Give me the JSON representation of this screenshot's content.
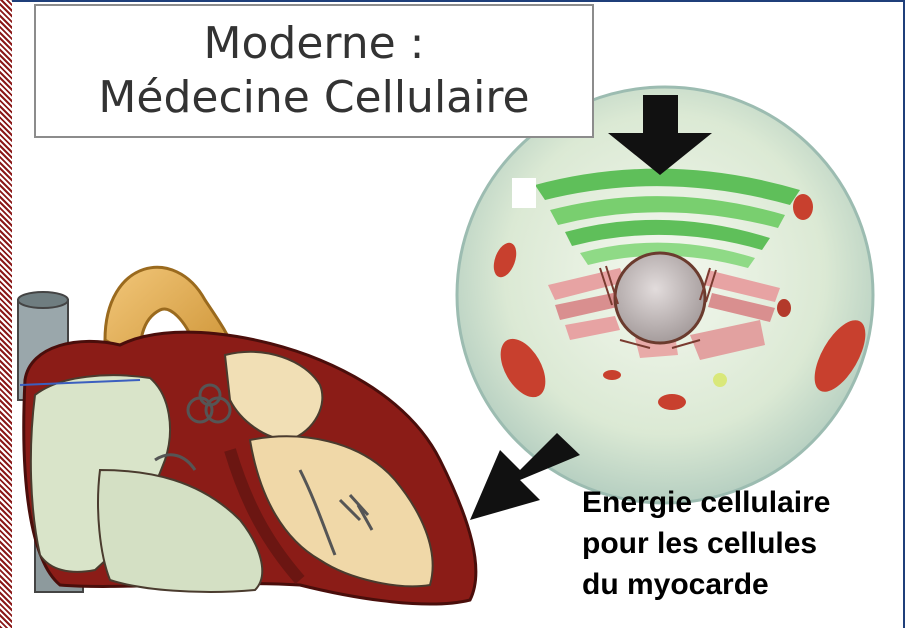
{
  "title": {
    "line1": "Moderne :",
    "line2": "Médecine Cellulaire"
  },
  "caption": {
    "line1": "Energie cellulaire",
    "line2": "pour les cellules",
    "line3": "du myocarde"
  },
  "illustrations": {
    "heart": "heart-cross-section",
    "cell": "cell-with-organelles",
    "arrows": [
      "down-arrow-icon",
      "down-left-arrow-icon"
    ]
  }
}
